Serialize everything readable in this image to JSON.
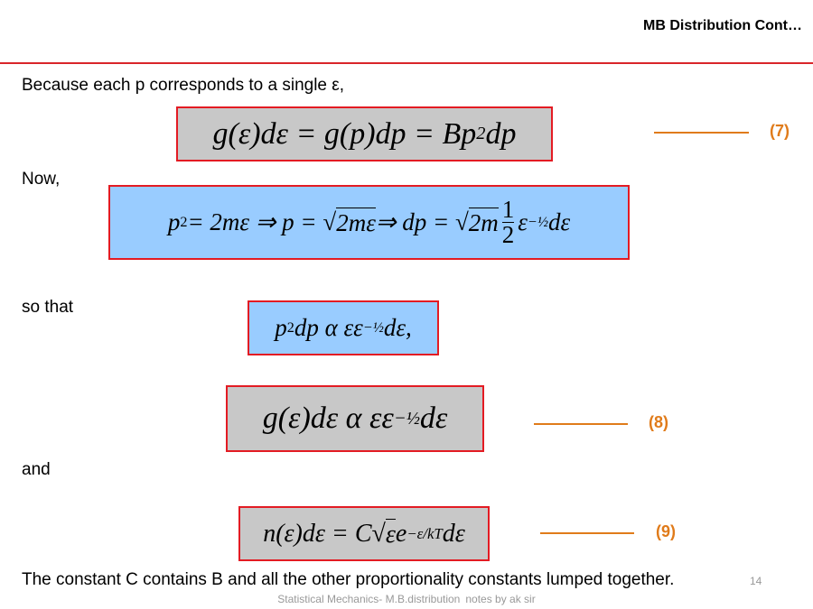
{
  "header": {
    "title": "MB Distribution  Cont…"
  },
  "colors": {
    "rule": "#d9252a",
    "box_border": "#e31b23",
    "grey_fill": "#c8c8c8",
    "blue_fill": "#99ccff",
    "label": "#e07b1a"
  },
  "text": {
    "line1": "Because each p corresponds to a single ε,",
    "now": "Now,",
    "so_that": "so that",
    "and": "and",
    "conclusion": "The constant C contains B and all the other proportionality constants lumped together."
  },
  "equations": {
    "eq7": {
      "main": "g(ε)dε = g(p)dp = Bp",
      "sup": "2",
      "tail": "dp",
      "label": "(7)"
    },
    "eq_now": {
      "a": "p",
      "a_sup": "2",
      "b": " = 2mε ⇒ p = √",
      "c": "2mε",
      "d": " ⇒ dp = √",
      "e": "2m",
      "num": "1",
      "den": "2",
      "f": "ε",
      "f_sup": "−½",
      "g": "dε"
    },
    "eq_so": {
      "a": "p",
      "a_sup": "2",
      "b": "dp α εε",
      "b_sup": "−½",
      "c": "dε,"
    },
    "eq8": {
      "a": "g(ε)dε α εε",
      "a_sup": "−½",
      "b": "dε",
      "label": "(8)"
    },
    "eq9": {
      "a": "n(ε)dε = C√",
      "b": "ε",
      "c": "e",
      "c_sup": "−ε/kT",
      "d": "dε",
      "label": "(9)"
    }
  },
  "footer": {
    "line1": "Statistical Mechanics- M.B.distribution",
    "line2": "notes by ak sir",
    "page": "14"
  }
}
